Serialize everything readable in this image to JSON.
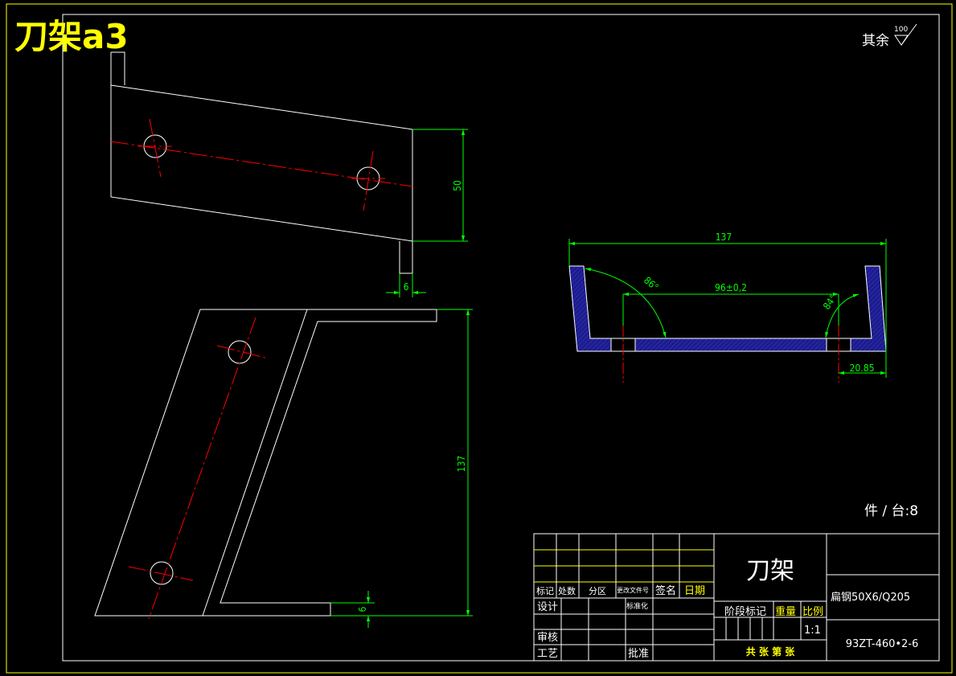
{
  "title": "刀架a3",
  "surface_note": {
    "text": "其余",
    "roughness": "100"
  },
  "dimensions": {
    "front_height": "50",
    "front_tab_width": "6",
    "top_length": "137",
    "top_thickness": "6",
    "section_length": "137",
    "section_inner": "96±0,2",
    "section_angle_left": "86°",
    "section_angle_right": "84°",
    "section_offset": "20.85"
  },
  "quantity_note": "件 / 台:8",
  "title_block": {
    "part_name": "刀架",
    "material": "扁钢50X6/Q205",
    "drawing_no": "93ZT-460•2-6",
    "scale": "1:1",
    "labels": {
      "mark": "标记",
      "count": "处数",
      "zone": "分区",
      "change_doc": "更改文件号",
      "signature": "签名",
      "date": "日期",
      "design": "设计",
      "standard": "标准化",
      "review": "审核",
      "process": "工艺",
      "approve": "批准",
      "stage_mark": "阶段标记",
      "weight": "重量",
      "ratio": "比例",
      "sheets": "共  张  第  张"
    }
  },
  "colors": {
    "background": "#000000",
    "line": "#ffffff",
    "frame": "#ffff00",
    "dimension": "#00ff00",
    "center": "#ff0000",
    "hatch": "#1c1c8c",
    "title_text": "#ffff00"
  }
}
